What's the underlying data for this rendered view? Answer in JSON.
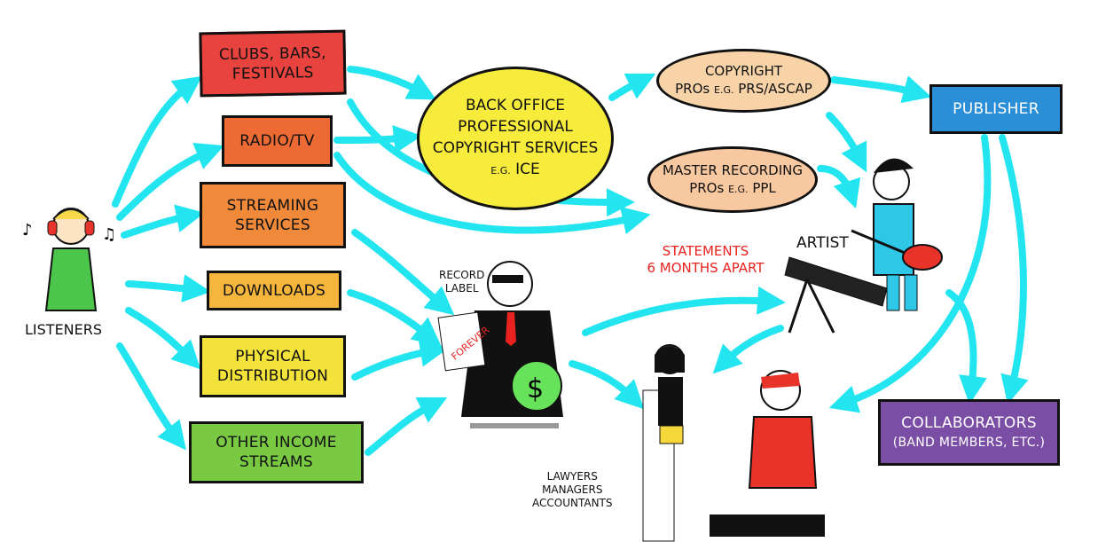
{
  "listeners": {
    "label": "LISTENERS"
  },
  "sources": [
    {
      "label": "CLUBS, BARS, FESTIVALS",
      "color": "#e8433e"
    },
    {
      "label": "RADIO/TV",
      "color": "#ee6a35"
    },
    {
      "label": "STREAMING SERVICES",
      "color": "#f08a3a"
    },
    {
      "label": "DOWNLOADS",
      "color": "#f6b63b"
    },
    {
      "label": "PHYSICAL DISTRIBUTION",
      "color": "#f3e23a"
    },
    {
      "label": "OTHER INCOME STREAMS",
      "color": "#7ac943"
    }
  ],
  "back_office": {
    "line1": "BACK OFFICE",
    "line2": "PROFESSIONAL",
    "line3": "COPYRIGHT SERVICES",
    "eg": "E.G.",
    "name": "ICE",
    "color": "#f7ec3c"
  },
  "copyright_pro": {
    "line1": "COPYRIGHT",
    "line2a": "PROs",
    "eg": "E.G.",
    "line2b": "PRS/ASCAP",
    "color": "#f8d3a8"
  },
  "master_pro": {
    "line1": "MASTER RECORDING",
    "line2a": "PROs",
    "eg": "E.G.",
    "line2b": "PPL",
    "color": "#f8c9a0"
  },
  "statements": {
    "line1": "STATEMENTS",
    "line2": "6 MONTHS APART",
    "color": "#e8231f"
  },
  "publisher": {
    "label": "PUBLISHER",
    "color": "#2a8fd6"
  },
  "artist": {
    "label": "ARTIST"
  },
  "record_label": {
    "line1": "RECORD",
    "line2": "LABEL",
    "contract": "FOREVER"
  },
  "lawyers": {
    "line1": "LAWYERS",
    "line2": "MANAGERS",
    "line3": "ACCOUNTANTS"
  },
  "collaborators": {
    "line1": "COLLABORATORS",
    "line2": "(BAND MEMBERS, ETC.)",
    "color": "#7b4ea6"
  },
  "arrow_color": "#22e5f0"
}
